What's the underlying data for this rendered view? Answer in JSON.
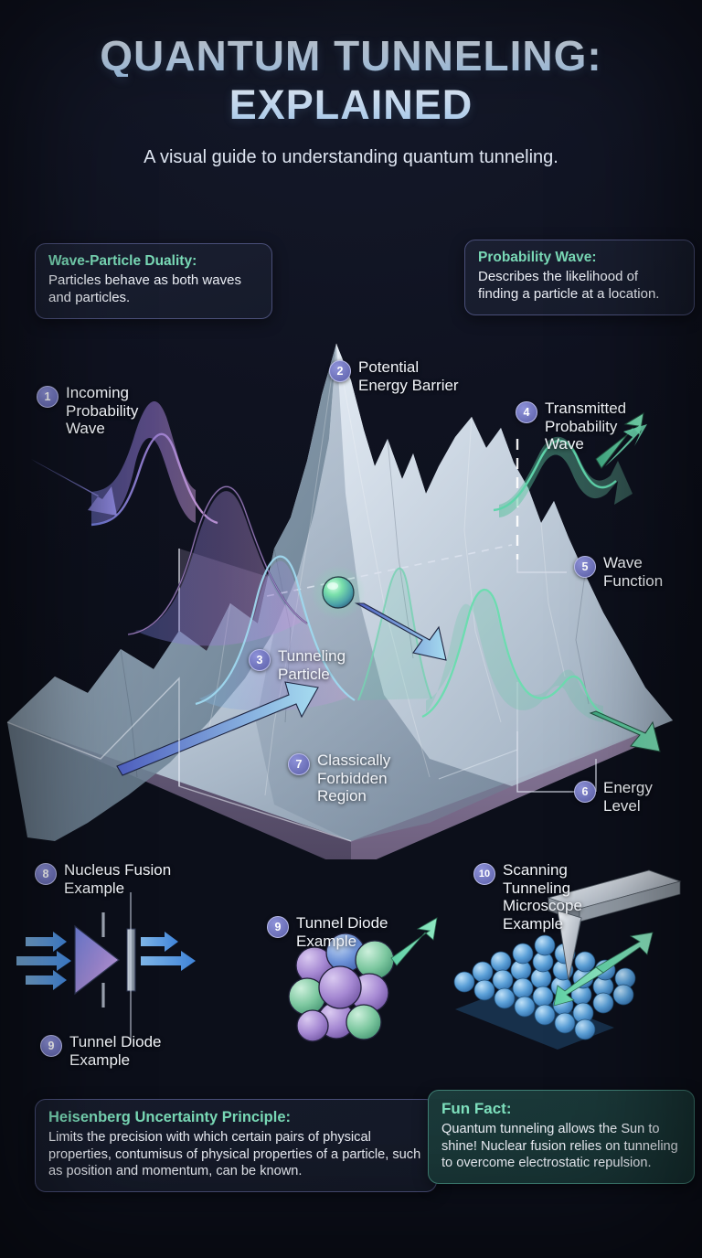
{
  "header": {
    "title_line1": "QUANTUM TUNNELING:",
    "title_line2": "EXPLAINED",
    "subtitle": "A visual guide to understanding quantum tunneling."
  },
  "cards": {
    "wave_particle_duality": {
      "title": "Wave-Particle Duality:",
      "body": "Particles behave as both waves and particles."
    },
    "probability_wave": {
      "title": "Probability Wave:",
      "body": "Describes the likelihood of finding a particle at a location."
    },
    "heisenberg": {
      "title": "Heisenberg Uncertainty Principle:",
      "body": "Limits the precision with which certain pairs of physical properties, contumisus of physical properties of a particle, such as position and momentum, can be known."
    },
    "fun_fact": {
      "title": "Fun Fact:",
      "body": "Quantum tunneling allows the Sun to shine! Nuclear fusion relies on tunneling to overcome electrostatic repulsion."
    }
  },
  "callouts": [
    {
      "num": "1",
      "label": "Incoming\nProbability\nWave"
    },
    {
      "num": "2",
      "label": "Potential\nEnergy Barrier"
    },
    {
      "num": "3",
      "label": "Tunneling\nParticle"
    },
    {
      "num": "4",
      "label": "Transmitted\nProbability\nWave"
    },
    {
      "num": "5",
      "label": "Wave\nFunction"
    },
    {
      "num": "6",
      "label": "Energy\nLevel"
    },
    {
      "num": "7",
      "label": "Classically\nForbidden\nRegion"
    },
    {
      "num": "8",
      "label": "Nucleus Fusion\nExample"
    },
    {
      "num": "9",
      "label": "Tunnel Diode\nExample"
    },
    {
      "num": "10",
      "label": "Scanning\nTunneling\nMicroscope\nExample"
    },
    {
      "num": "9",
      "label": "Tunnel Diode\nExample"
    }
  ],
  "colors": {
    "background": "#101320",
    "title_gradient_top": "#eef6ff",
    "title_gradient_bottom": "#a9cbec",
    "accent_teal": "#79d9b6",
    "badge_purple": "#5b5fa8",
    "incoming_wave": "#7b74d6",
    "transmitted_wave": "#5fc8a4",
    "barrier_rock": "#c9d4e2",
    "forbidden_region": "#7d6c8f",
    "particle": "#6fd6a8",
    "card_border": "#4a4f79",
    "fun_fact_bg": "#1b3a3a",
    "text_primary": "#f2f5fa"
  },
  "figure_elements": {
    "main_scene": "isometric 3D potential energy barrier mountain on a slab platform",
    "example_1": "tunnel diode symbol with blue arrows passing through a barrier",
    "example_2": "nucleus cluster of purple green and blue spheres with green arrow",
    "example_3": "scanning tunneling microscope tip above a blue atom lattice with green double arrow"
  }
}
